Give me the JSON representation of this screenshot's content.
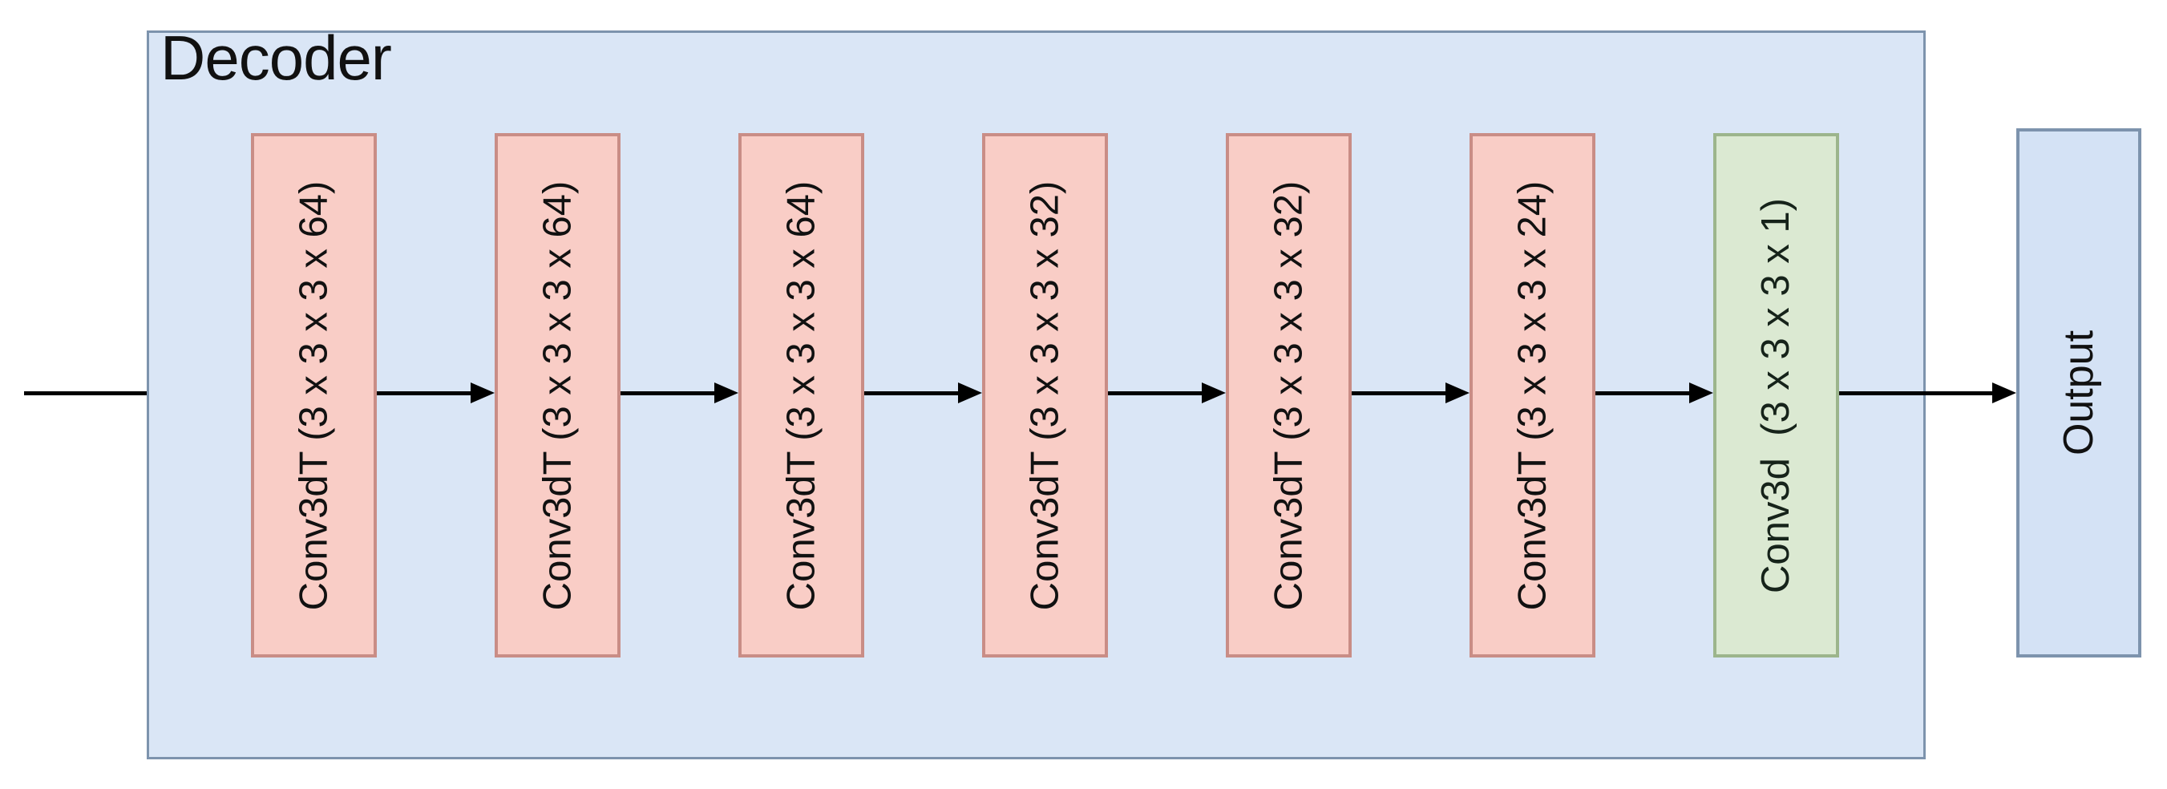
{
  "diagram": {
    "title": "Decoder",
    "container_label": "Decoder",
    "colors": {
      "container_fill": "#dae6f6",
      "container_border": "#7d93ad",
      "deconv_fill": "#f9cdc6",
      "deconv_border": "#c98d86",
      "conv_fill": "#dbe9d2",
      "conv_border": "#9cb58c",
      "output_fill": "#d4e2f5",
      "output_border": "#7d93ad",
      "arrow": "#000000"
    },
    "input_arrow": {
      "name": "input-arrow",
      "label": ""
    },
    "layers": [
      {
        "id": "layer-1",
        "label": "Conv3dT (3 x 3 x 3 x 64)",
        "op": "Conv3dT",
        "kernel": "3 x 3 x 3",
        "channels": 64,
        "kind": "deconv"
      },
      {
        "id": "layer-2",
        "label": "Conv3dT (3 x 3 x 3 x 64)",
        "op": "Conv3dT",
        "kernel": "3 x 3 x 3",
        "channels": 64,
        "kind": "deconv"
      },
      {
        "id": "layer-3",
        "label": "Conv3dT (3 x 3 x 3 x 64)",
        "op": "Conv3dT",
        "kernel": "3 x 3 x 3",
        "channels": 64,
        "kind": "deconv"
      },
      {
        "id": "layer-4",
        "label": "Conv3dT (3 x 3 x 3 x 32)",
        "op": "Conv3dT",
        "kernel": "3 x 3 x 3",
        "channels": 32,
        "kind": "deconv"
      },
      {
        "id": "layer-5",
        "label": "Conv3dT (3 x 3 x 3 x 32)",
        "op": "Conv3dT",
        "kernel": "3 x 3 x 3",
        "channels": 32,
        "kind": "deconv"
      },
      {
        "id": "layer-6",
        "label": "Conv3dT (3 x 3 x 3 x 24)",
        "op": "Conv3dT",
        "kernel": "3 x 3 x 3",
        "channels": 24,
        "kind": "deconv"
      },
      {
        "id": "layer-7",
        "label": "Conv3d  (3 x 3 x 3 x 1)",
        "op": "Conv3d",
        "kernel": "3 x 3 x 3",
        "channels": 1,
        "kind": "conv"
      }
    ],
    "output": {
      "label": "Output"
    }
  }
}
